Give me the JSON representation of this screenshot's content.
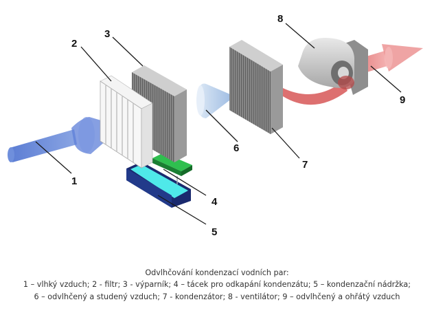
{
  "diagram": {
    "callouts": [
      "1",
      "2",
      "3",
      "4",
      "5",
      "6",
      "7",
      "8",
      "9"
    ]
  },
  "caption": {
    "title": "Odvlhčování kondenzací vodních par:",
    "line1": "1 – vlhký vzduch; 2 - filtr; 3 - výparník; 4 – tácek pro odkapání kondenzátu; 5 – kondenzační nádržka;",
    "line2": "6 – odvlhčený a studený vzduch; 7 - kondenzátor; 8 - ventilátor; 9 – odvlhčený a ohřátý vzduch"
  },
  "colors": {
    "humid_air": "#5b7fd6",
    "cold_air": "#a9c4e6",
    "warm_air": "#e07a7a",
    "tray": "#1f9e3a",
    "tank_water": "#4fe9e9",
    "tank_frame": "#1a2a6e",
    "coil": "#9a9a9a"
  }
}
